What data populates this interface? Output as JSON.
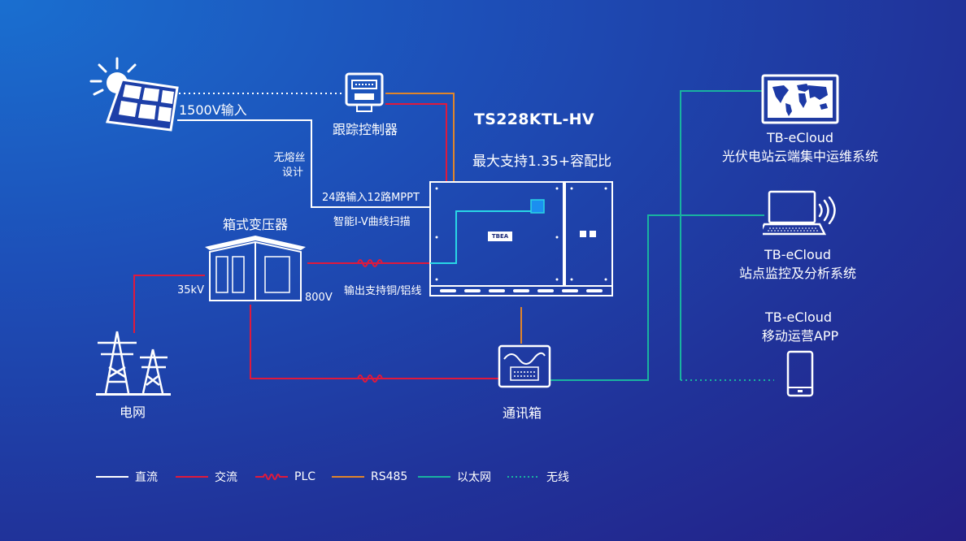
{
  "inverter": {
    "model": "TS228KTL-HV",
    "ratio_text": "最大支持1.35+容配比",
    "logo": "TBEA",
    "mppt_text": "24路输入12路MPPT",
    "iv_text": "智能I-V曲线扫描",
    "output_text": "输出支持铜/铝线"
  },
  "pv": {
    "input_text": "1500V输入",
    "fuse_line1": "无熔丝",
    "fuse_line2": "设计"
  },
  "tracker": {
    "label": "跟踪控制器"
  },
  "transformer": {
    "label": "箱式变压器",
    "hv_text": "35kV",
    "lv_text": "800V"
  },
  "grid": {
    "label": "电网"
  },
  "comm_box": {
    "label": "通讯箱"
  },
  "cloud": {
    "central_line1": "TB-eCloud",
    "central_line2": "光伏电站云端集中运维系统",
    "site_line1": "TB-eCloud",
    "site_line2": "站点监控及分析系统",
    "mobile_line1": "TB-eCloud",
    "mobile_line2": "移动运营APP"
  },
  "legend": [
    {
      "label": "直流",
      "type": "solid",
      "color": "#ffffff"
    },
    {
      "label": "交流",
      "type": "solid",
      "color": "#e0193c"
    },
    {
      "label": "PLC",
      "type": "coil",
      "color": "#e0193c"
    },
    {
      "label": "RS485",
      "type": "solid",
      "color": "#e0852a"
    },
    {
      "label": "以太网",
      "type": "solid",
      "color": "#19b3a0"
    },
    {
      "label": "无线",
      "type": "dotted",
      "color": "#19b3a0"
    }
  ],
  "colors": {
    "dc": "#ffffff",
    "ac": "#e0193c",
    "rs485": "#e0852a",
    "ethernet": "#19b3a0",
    "wireless": "#19b3a0"
  }
}
